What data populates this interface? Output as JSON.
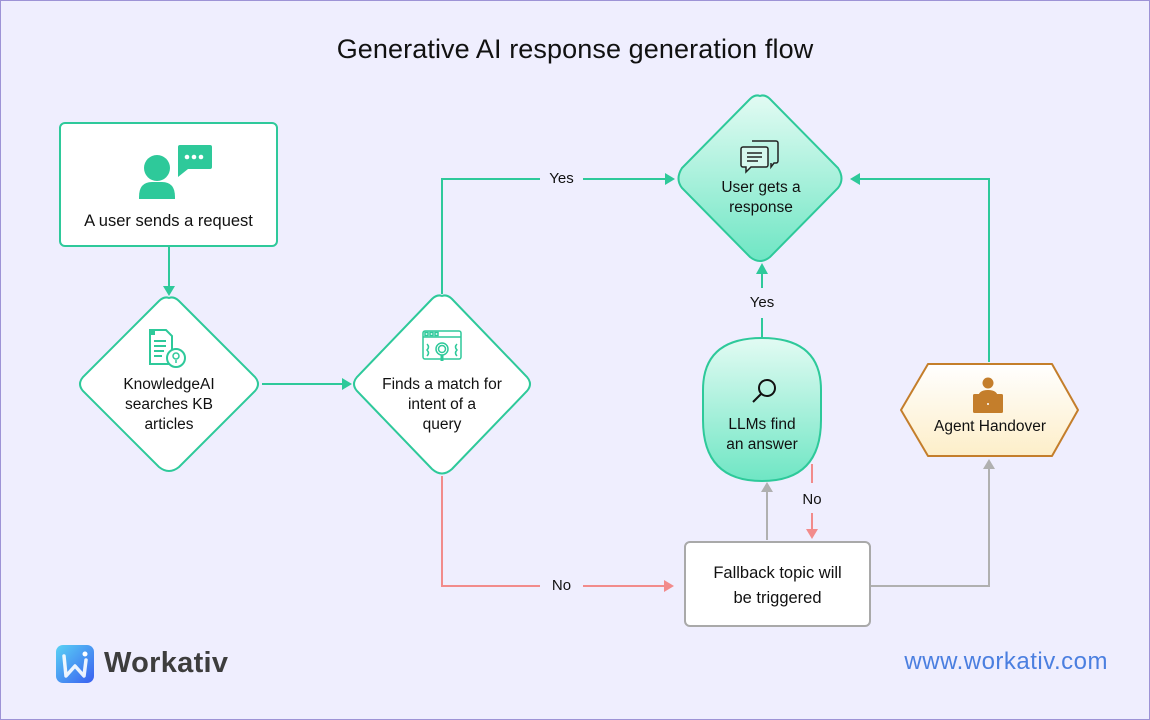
{
  "title": "Generative AI response generation flow",
  "colors": {
    "background": "#efeefe",
    "teal": "#2ec99a",
    "red": "#f28b8b",
    "gray": "#b0b0b0",
    "agent_border": "#c47e2b",
    "agent_fill": "#fdf3dc",
    "url": "#4b7fe0"
  },
  "nodes": {
    "user_request": {
      "label": "A user sends a request",
      "icon": "user-chat-icon",
      "shape": "rectangle"
    },
    "knowledge_ai": {
      "label_lines": [
        "KnowledgeAI",
        "searches KB",
        "articles"
      ],
      "icon": "document-bulb-icon",
      "shape": "diamond"
    },
    "find_match": {
      "label_lines": [
        "Finds a match for",
        "intent of a",
        "query"
      ],
      "icon": "browser-search-icon",
      "shape": "diamond"
    },
    "user_response": {
      "label_lines": [
        "User gets a",
        "response"
      ],
      "icon": "chat-bubbles-icon",
      "shape": "diamond"
    },
    "llm_answer": {
      "label_lines": [
        "LLMs find",
        "an answer"
      ],
      "icon": "magnifier-icon",
      "shape": "oval"
    },
    "agent_handover": {
      "label": "Agent Handover",
      "icon": "agent-laptop-icon",
      "shape": "hexagon"
    },
    "fallback": {
      "label_lines": [
        "Fallback topic will",
        "be triggered"
      ],
      "shape": "rectangle"
    }
  },
  "edges": {
    "match_yes": "Yes",
    "match_no": "No",
    "llm_yes": "Yes",
    "llm_no": "No"
  },
  "footer": {
    "brand": "Workativ",
    "url": "www.workativ.com"
  }
}
